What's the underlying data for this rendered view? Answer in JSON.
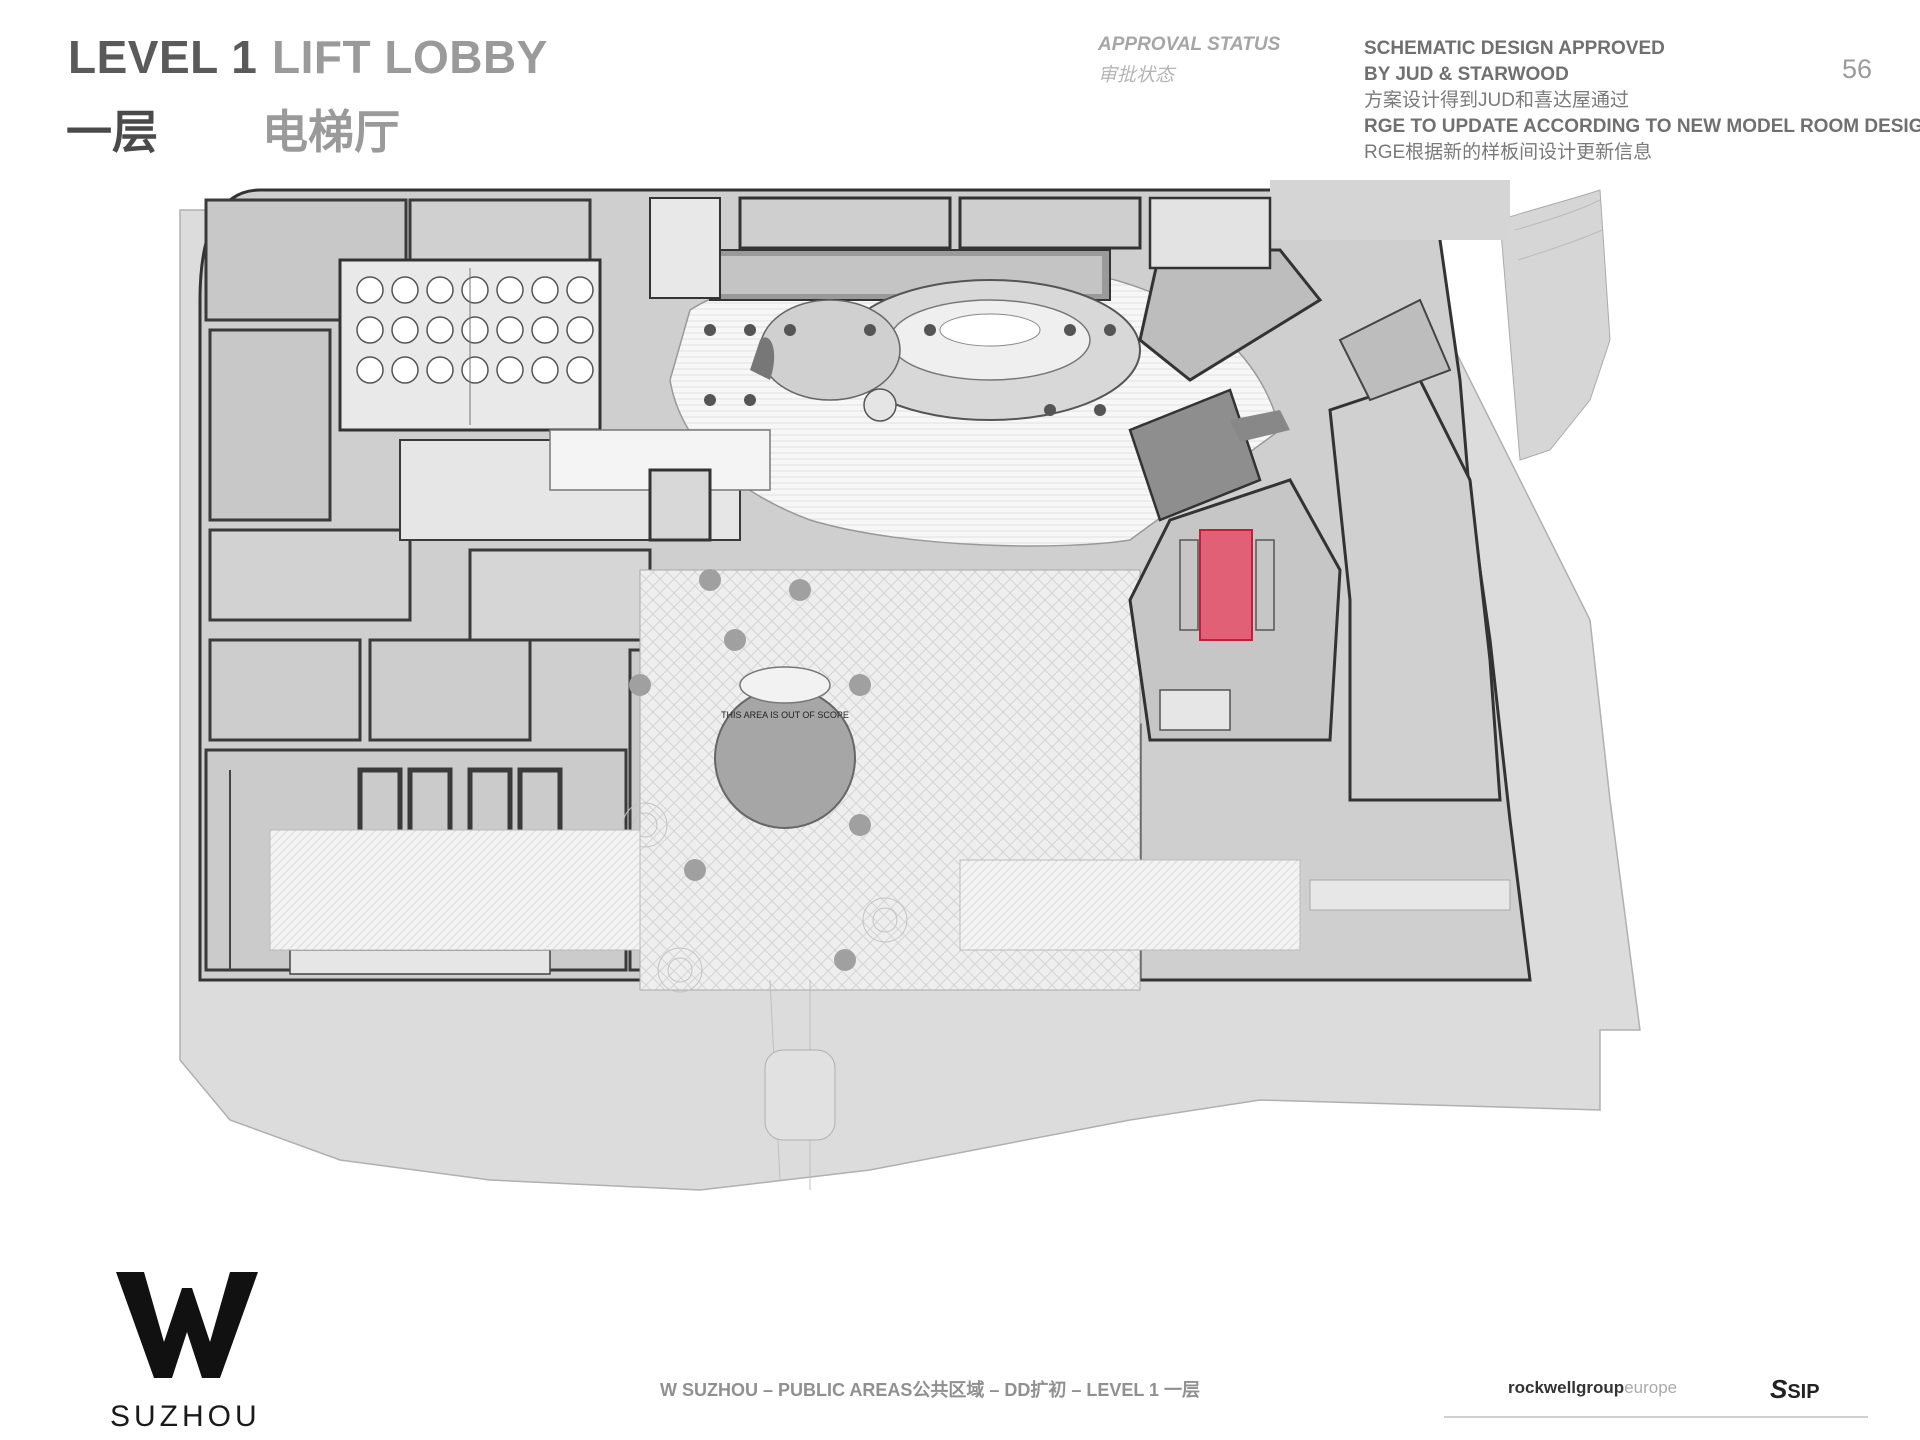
{
  "header": {
    "title_en": "LEVEL 1",
    "subtitle_en": "LIFT LOBBY",
    "title_cn": "一层",
    "subtitle_cn": "电梯厅"
  },
  "approval": {
    "label_en": "APPROVAL STATUS",
    "label_cn": "审批状态",
    "lines": [
      "SCHEMATIC DESIGN APPROVED",
      "BY JUD & STARWOOD",
      "方案设计得到JUD和喜达屋通过",
      "RGE TO UPDATE ACCORDING TO NEW MODEL ROOM DESIGN",
      "RGE根据新的样板间设计更新信息"
    ]
  },
  "page_number": "56",
  "plan": {
    "highlight_color": "#e8425f",
    "annotation": "THIS AREA IS OUT OF SCOPE"
  },
  "branding": {
    "logo_letter": "W",
    "city": "SUZHOU"
  },
  "footer": {
    "project": "W SUZHOU – PUBLIC AREAS公共区域 – DD扩初 – LEVEL 1 一层",
    "firm_main": "rockwellgroup",
    "firm_suffix": "europe",
    "partner": "SIP"
  }
}
